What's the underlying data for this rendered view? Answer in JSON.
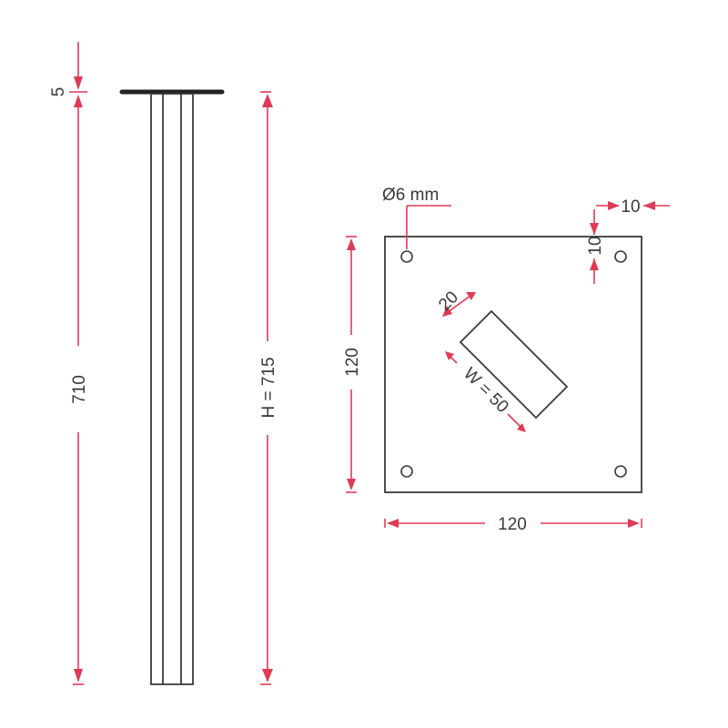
{
  "colors": {
    "dimension": "#e03a55",
    "outline": "#3a3a3a"
  },
  "leg": {
    "plate_thickness_label": "5",
    "tube_length_label": "710",
    "total_height_label": "H = 715"
  },
  "base_plate": {
    "hole_diameter_label": "Ø6 mm",
    "hole_offset_x_label": "10",
    "hole_offset_y_label": "10",
    "slot_width_label": "20",
    "slot_length_label": "W = 50",
    "plate_height_label": "120",
    "plate_width_label": "120"
  }
}
